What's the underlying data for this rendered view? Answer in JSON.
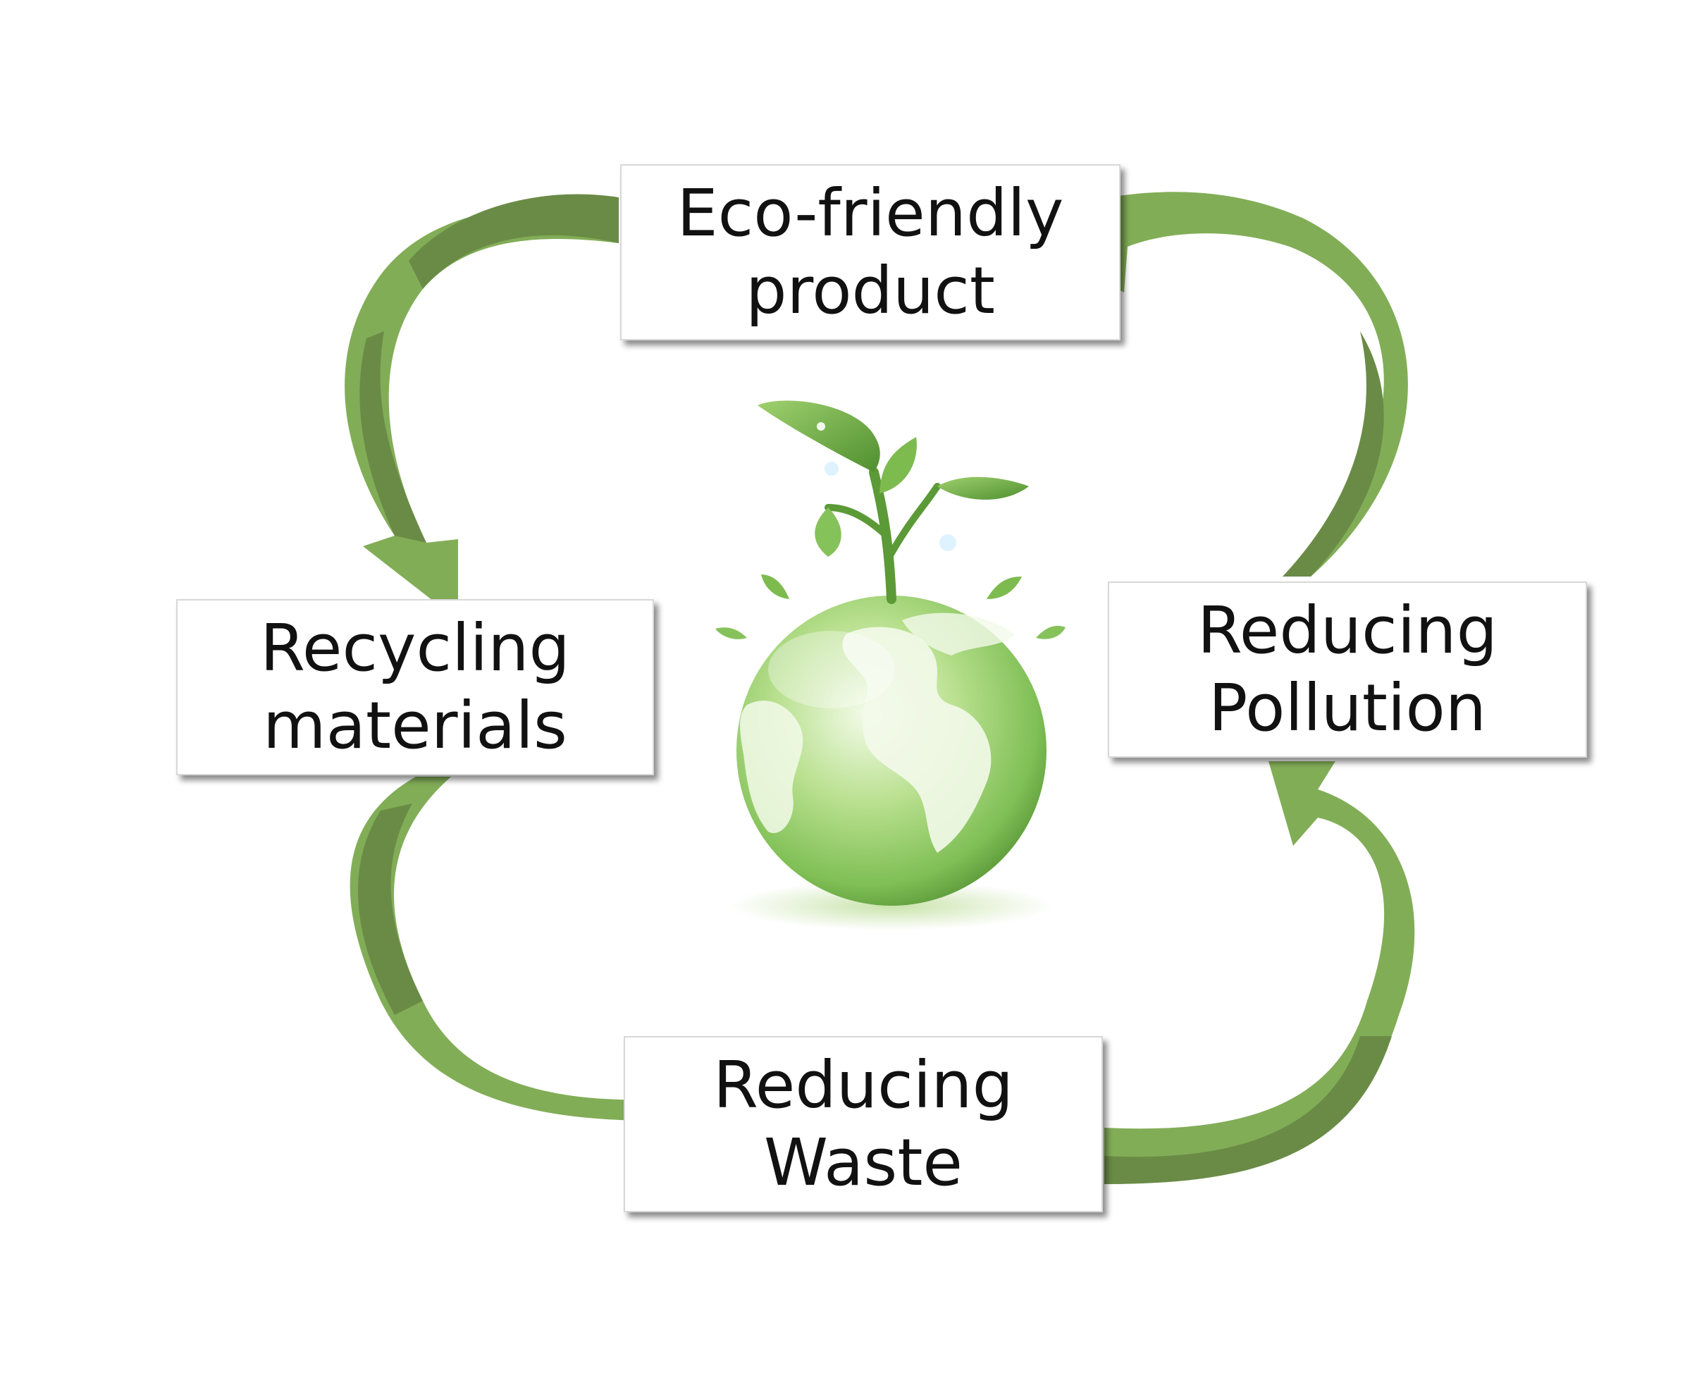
{
  "diagram": {
    "accent_colors": {
      "arrow_light": "#82ad57",
      "arrow_dark": "#6a8b46",
      "globe": "#8cc36a",
      "leaf": "#6fae45"
    },
    "center_icon": "earth-globe-with-sprout-icon",
    "stages": [
      {
        "id": "top",
        "line1": "Eco-friendly",
        "line2": "product"
      },
      {
        "id": "right",
        "line1": "Reducing",
        "line2": "Pollution"
      },
      {
        "id": "bottom",
        "line1": "Reducing",
        "line2": "Waste"
      },
      {
        "id": "left",
        "line1": "Recycling",
        "line2": "materials"
      }
    ],
    "flow": [
      "right->top",
      "top->left",
      "left->bottom",
      "bottom->right"
    ]
  }
}
